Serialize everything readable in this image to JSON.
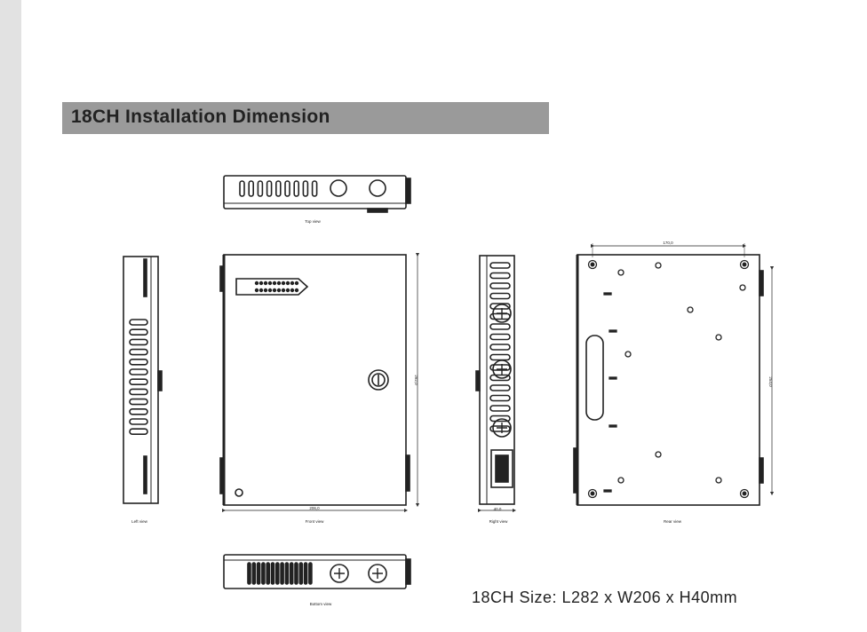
{
  "header": {
    "title": "18CH Installation Dimension"
  },
  "views": {
    "top": "Top view",
    "left": "Left view",
    "front": "Front view",
    "right": "Right view",
    "rear": "Rear view",
    "bottom": "Bottom view"
  },
  "dimensions": {
    "front_width": "206,0",
    "front_height": "282,0",
    "right_width": "40,0",
    "rear_hole_spacing": "170,0",
    "rear_height": "254,0"
  },
  "size_caption": "18CH Size: L282 x W206 x H40mm"
}
